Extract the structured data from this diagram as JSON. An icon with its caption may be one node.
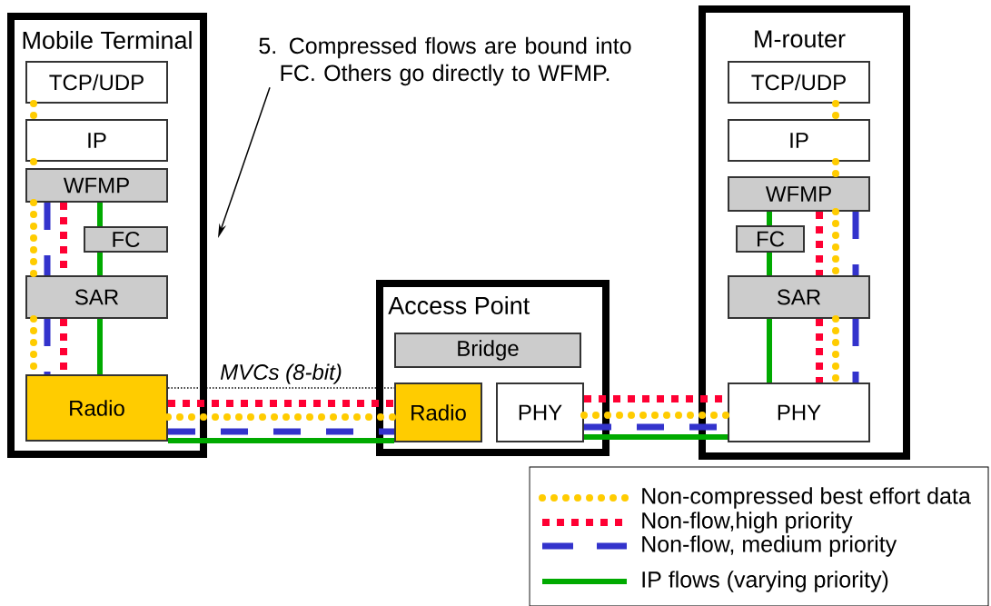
{
  "diagram": {
    "nodes": [
      {
        "text": [
          "Mobile Terminal"
        ]
      },
      {
        "text": [
          "TCP/UDP"
        ],
        "in": 0
      },
      {
        "text": [
          "IP"
        ],
        "in": 0
      },
      {
        "text": [
          "WFMP"
        ],
        "in": 0
      },
      {
        "text": [
          "FC"
        ],
        "in": 0
      },
      {
        "text": [
          "SAR"
        ],
        "in": 0
      },
      {
        "text": [
          "Radio"
        ],
        "in": 0
      },
      {
        "text": [
          "Access Point"
        ]
      },
      {
        "text": [
          "Bridge"
        ],
        "in": 7
      },
      {
        "text": [
          "Radio"
        ],
        "in": 7
      },
      {
        "text": [
          "PHY"
        ],
        "in": 7
      },
      {
        "text": [
          "M-router"
        ]
      },
      {
        "text": [
          "TCP/UDP"
        ],
        "in": 11
      },
      {
        "text": [
          "IP"
        ],
        "in": 11
      },
      {
        "text": [
          "WFMP"
        ],
        "in": 11
      },
      {
        "text": [
          "FC"
        ],
        "in": 11
      },
      {
        "text": [
          "SAR"
        ],
        "in": 11
      },
      {
        "text": [
          "PHY"
        ],
        "in": 11
      },
      {
        "text": [
          "5. Compressed flows are bound into FC. Others go directly to WFMP."
        ]
      }
    ],
    "edges": [
      {
        "from": 1,
        "to": 2,
        "arrow": "none",
        "style": "dashed",
        "color": "#ffcc00"
      },
      {
        "from": 2,
        "to": 3,
        "arrow": "none",
        "style": "dashed",
        "color": "#ffcc00"
      },
      {
        "from": 3,
        "to": 5,
        "arrow": "none",
        "style": "dashed",
        "color": "#ffcc00"
      },
      {
        "from": 5,
        "to": 6,
        "arrow": "none",
        "style": "dashed",
        "color": "#ffcc00"
      },
      {
        "from": 3,
        "to": 5,
        "arrow": "none",
        "style": "dashed",
        "color": "#3333cc"
      },
      {
        "from": 5,
        "to": 6,
        "arrow": "none",
        "style": "dashed",
        "color": "#3333cc"
      },
      {
        "from": 3,
        "to": 5,
        "arrow": "none",
        "style": "dashed",
        "color": "#ff0033"
      },
      {
        "from": 5,
        "to": 6,
        "arrow": "none",
        "style": "dashed",
        "color": "#ff0033"
      },
      {
        "from": 3,
        "to": 4,
        "arrow": "none",
        "color": "#00aa00"
      },
      {
        "from": 4,
        "to": 5,
        "arrow": "none",
        "color": "#00aa00"
      },
      {
        "from": 5,
        "to": 6,
        "arrow": "none",
        "color": "#00aa00"
      },
      {
        "from": 6,
        "to": 9,
        "arrow": "none",
        "style": "dashed",
        "color": "#000000",
        "label": "MVCs (8-bit)"
      },
      {
        "from": 6,
        "to": 9,
        "arrow": "none",
        "style": "dashed",
        "color": "#ff0033"
      },
      {
        "from": 6,
        "to": 9,
        "arrow": "none",
        "style": "dashed",
        "color": "#ffcc00"
      },
      {
        "from": 6,
        "to": 9,
        "arrow": "none",
        "style": "dashed",
        "color": "#3333cc"
      },
      {
        "from": 6,
        "to": 9,
        "arrow": "none",
        "color": "#00aa00"
      },
      {
        "from": 10,
        "to": 17,
        "arrow": "none",
        "style": "dashed",
        "color": "#ff0033"
      },
      {
        "from": 10,
        "to": 17,
        "arrow": "none",
        "style": "dashed",
        "color": "#ffcc00"
      },
      {
        "from": 10,
        "to": 17,
        "arrow": "none",
        "style": "dashed",
        "color": "#3333cc"
      },
      {
        "from": 10,
        "to": 17,
        "arrow": "none",
        "color": "#00aa00"
      },
      {
        "from": 12,
        "to": 13,
        "arrow": "none",
        "style": "dashed",
        "color": "#ffcc00"
      },
      {
        "from": 13,
        "to": 14,
        "arrow": "none",
        "style": "dashed",
        "color": "#ffcc00"
      },
      {
        "from": 14,
        "to": 16,
        "arrow": "none",
        "style": "dashed",
        "color": "#ffcc00"
      },
      {
        "from": 16,
        "to": 17,
        "arrow": "none",
        "style": "dashed",
        "color": "#ffcc00"
      },
      {
        "from": 14,
        "to": 16,
        "arrow": "none",
        "style": "dashed",
        "color": "#ff0033"
      },
      {
        "from": 16,
        "to": 17,
        "arrow": "none",
        "style": "dashed",
        "color": "#ff0033"
      },
      {
        "from": 14,
        "to": 16,
        "arrow": "none",
        "style": "dashed",
        "color": "#3333cc"
      },
      {
        "from": 16,
        "to": 17,
        "arrow": "none",
        "style": "dashed",
        "color": "#3333cc"
      },
      {
        "from": 14,
        "to": 15,
        "arrow": "none",
        "color": "#00aa00"
      },
      {
        "from": 15,
        "to": 16,
        "arrow": "none",
        "color": "#00aa00"
      },
      {
        "from": 16,
        "to": 17,
        "arrow": "none",
        "color": "#00aa00"
      },
      {
        "from": 18,
        "to": 0,
        "arrow": "to",
        "color": "#000000"
      }
    ],
    "legend": [
      {
        "text": "Non-compressed best effort data"
      },
      {
        "text": "Non-flow,high priority"
      },
      {
        "text": "Non-flow, medium priority"
      },
      {
        "text": "IP flows (varying priority)"
      }
    ]
  }
}
